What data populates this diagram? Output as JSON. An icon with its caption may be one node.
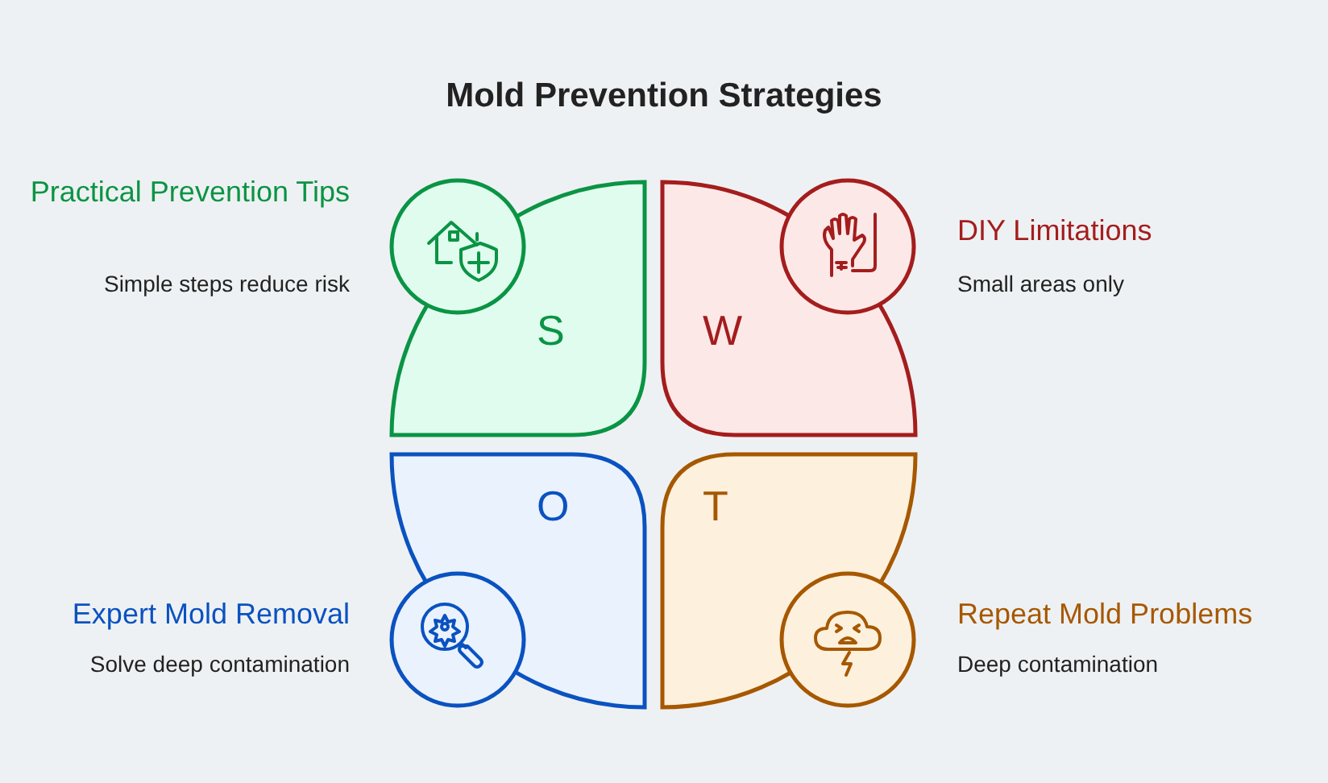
{
  "diagram": {
    "title": "Mold Prevention Strategies",
    "nodes": [
      {
        "text": [
          "S"
        ],
        "beside": [
          "Practical Prevention Tips",
          "Simple steps reduce risk"
        ]
      },
      {
        "text": [
          "W"
        ],
        "beside": [
          "DIY Limitations",
          "Small areas only"
        ]
      },
      {
        "text": [
          "O"
        ],
        "beside": [
          "Expert Mold Removal",
          "Solve deep contamination"
        ]
      },
      {
        "text": [
          "T"
        ],
        "beside": [
          "Repeat Mold Problems",
          "Deep contamination"
        ]
      }
    ]
  }
}
